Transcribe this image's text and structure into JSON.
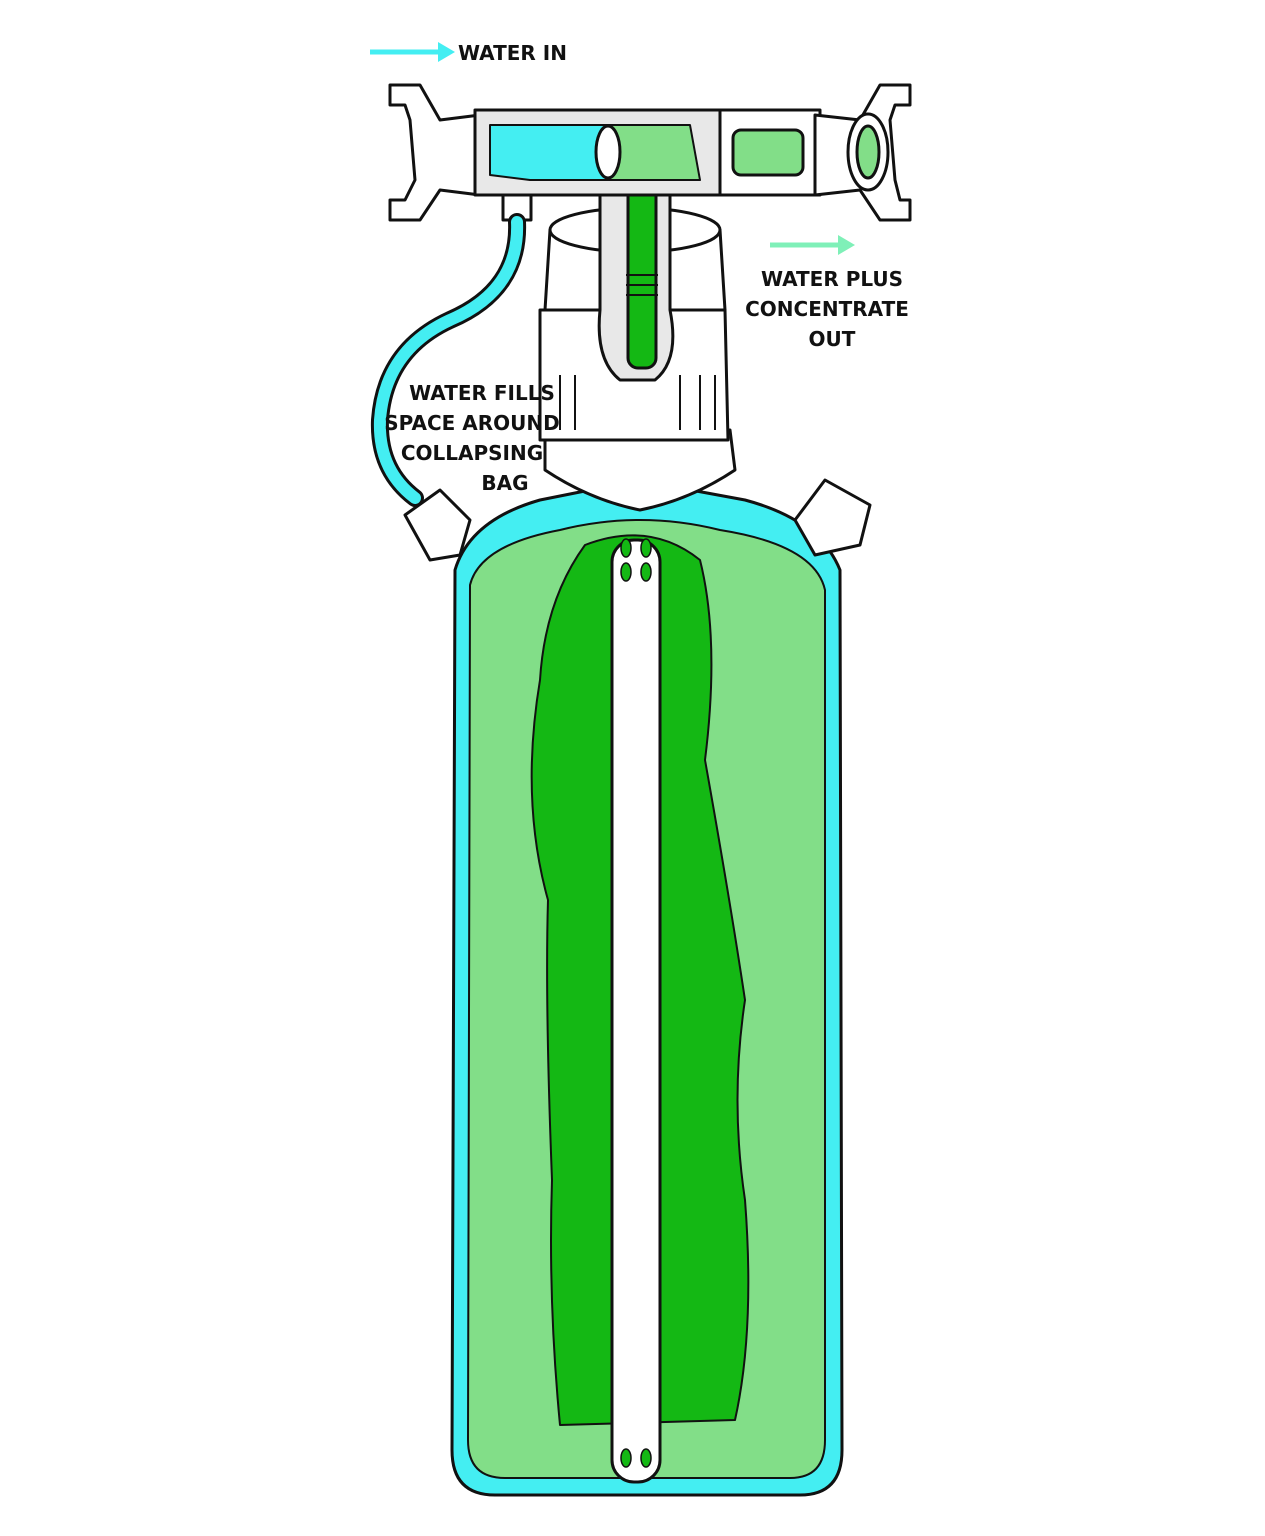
{
  "labels": {
    "water_in": "WATER IN",
    "water_out": [
      "WATER PLUS",
      "CONCENTRATE",
      "OUT"
    ],
    "water_fills": [
      "WATER FILLS",
      "SPACE AROUND",
      "COLLAPSING",
      "BAG"
    ]
  },
  "colors": {
    "water": "#44eef2",
    "concentrate_light": "#82de88",
    "concentrate_dark": "#14b814",
    "outflow_arrow": "#7ff0b8",
    "outline": "#111111"
  }
}
